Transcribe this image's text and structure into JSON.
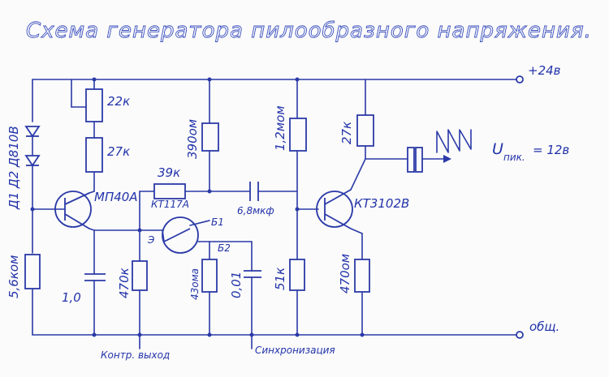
{
  "title": "Схема генератора пилообразного напряжения.",
  "supply": "+24в",
  "ground": "общ.",
  "components": {
    "r_trim": "22к",
    "r1": "27к",
    "diodes": "Д1 Д2 Д810В",
    "r_5k6": "5,6ком",
    "q1": "МП40А",
    "c1": "1,0",
    "r_470k": "470к",
    "r_390": "390ом",
    "r_39k": "39к",
    "q2": "КТ117А",
    "q2_pins": {
      "b1": "Б1",
      "e": "Э",
      "b2": "Б2"
    },
    "r_43": "43ома",
    "c_001": "0,01",
    "r_12m": "1,2мом",
    "c_68": "6,8мкф",
    "r_51k": "51к",
    "r_27k_2": "27к",
    "q3": "КТ3102В",
    "r_470": "470ом"
  },
  "outputs": {
    "control": "Контр. выход",
    "sync": "Синхронизация",
    "u_label": "U",
    "u_sub": "пик.",
    "u_value": "= 12в"
  }
}
